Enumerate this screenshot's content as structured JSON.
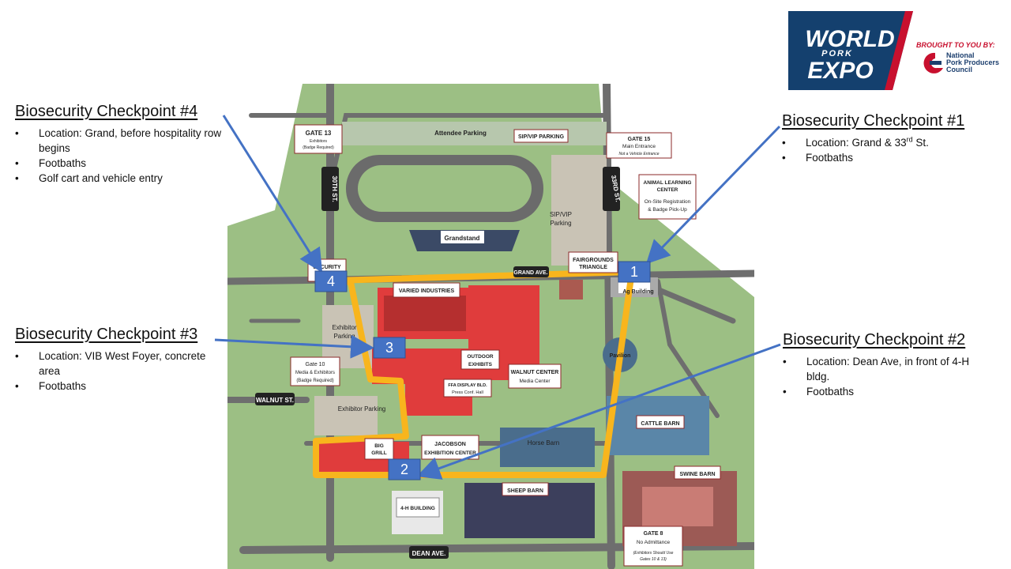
{
  "logo": {
    "line1": "WORLD",
    "line2": "PORK",
    "line3": "EXPO",
    "brought_by": "BROUGHT TO YOU BY:",
    "sponsor_line1": "National",
    "sponsor_line2": "Pork Producers",
    "sponsor_line3": "Council"
  },
  "checkpoints": {
    "cp4": {
      "title": "Biosecurity Checkpoint #4",
      "items": [
        "Location: Grand, before hospitality row begins",
        "Footbaths",
        "Golf cart and vehicle entry"
      ]
    },
    "cp3": {
      "title": "Biosecurity Checkpoint #3",
      "items": [
        "Location: VIB West Foyer, concrete area",
        "Footbaths"
      ]
    },
    "cp1": {
      "title": "Biosecurity Checkpoint #1",
      "item1_pre": "Location: Grand & 33",
      "item1_sup": "rd",
      "item1_post": " St.",
      "item2": "Footbaths"
    },
    "cp2": {
      "title": "Biosecurity Checkpoint #2",
      "items": [
        "Location: Dean Ave, in front of 4-H bldg.",
        "Footbaths"
      ]
    }
  },
  "markers": {
    "m1": "1",
    "m2": "2",
    "m3": "3",
    "m4": "4"
  },
  "map": {
    "gate13": {
      "title": "GATE 13",
      "l1": "Exhibitors",
      "l2": "(Badge Required)"
    },
    "attendee_parking": "Attendee Parking",
    "sip_vip_parking": "SIP/VIP PARKING",
    "gate15": {
      "title": "GATE 15",
      "l1": "Main Entrance",
      "l2": "Not a Vehicle Entrance"
    },
    "st30": "30TH ST.",
    "st33": "33RD ST.",
    "animal_learning": {
      "l1": "ANIMAL LEARNING",
      "l2": "CENTER",
      "l3": "On-Site Registration",
      "l4": "& Badge Pick-Up"
    },
    "sip_vip_lot": {
      "l1": "SIP/VIP",
      "l2": "Parking"
    },
    "grandstand": "Grandstand",
    "security": "SECURITY",
    "fairgrounds_triangle": {
      "l1": "FAIRGROUNDS",
      "l2": "TRIANGLE"
    },
    "grand_ave": "GRAND AVE.",
    "ag_building": "Ag Building",
    "varied_industries": "VARIED INDUSTRIES",
    "exhibitor_parking_1": {
      "l1": "Exhibitor",
      "l2": "Parking"
    },
    "outdoor_exhibits": {
      "l1": "OUTDOOR",
      "l2": "EXHIBITS"
    },
    "pavilion": "Pavilion",
    "gate10": {
      "l1": "Gate 10",
      "l2": "Media & Exhibitors",
      "l3": "(Badge Required)"
    },
    "walnut_center": {
      "l1": "WALNUT CENTER",
      "l2": "Media Center"
    },
    "ffa_display": {
      "l1": "FFA DISPLAY BLD.",
      "l2": "Press Conf. Hall"
    },
    "walnut_st": "WALNUT ST.",
    "exhibitor_parking_2": "Exhibitor Parking",
    "cattle_barn": "CATTLE BARN",
    "big_grill": {
      "l1": "BIG",
      "l2": "GRILL"
    },
    "jacobson": {
      "l1": "JACOBSON",
      "l2": "EXHIBITION CENTER"
    },
    "horse_barn": "Horse Barn",
    "swine_barn": "SWINE BARN",
    "sheep_barn": "SHEEP BARN",
    "four_h": "4-H BUILDING",
    "gate8": {
      "title": "GATE 8",
      "l1": "No Admittance",
      "l2": "(Exhibitors Should Use",
      "l3": "Gates 10 & 13)"
    },
    "dean_ave": "DEAN AVE."
  },
  "colors": {
    "grass": "#9cbf84",
    "road": "#6e6e6e",
    "route": "#f8b51d",
    "exhibit_red": "#e03c3c",
    "marker_blue": "#4472c4",
    "arrow_blue": "#4472c4",
    "logo_navy": "#14406e",
    "logo_red": "#c8102e"
  }
}
